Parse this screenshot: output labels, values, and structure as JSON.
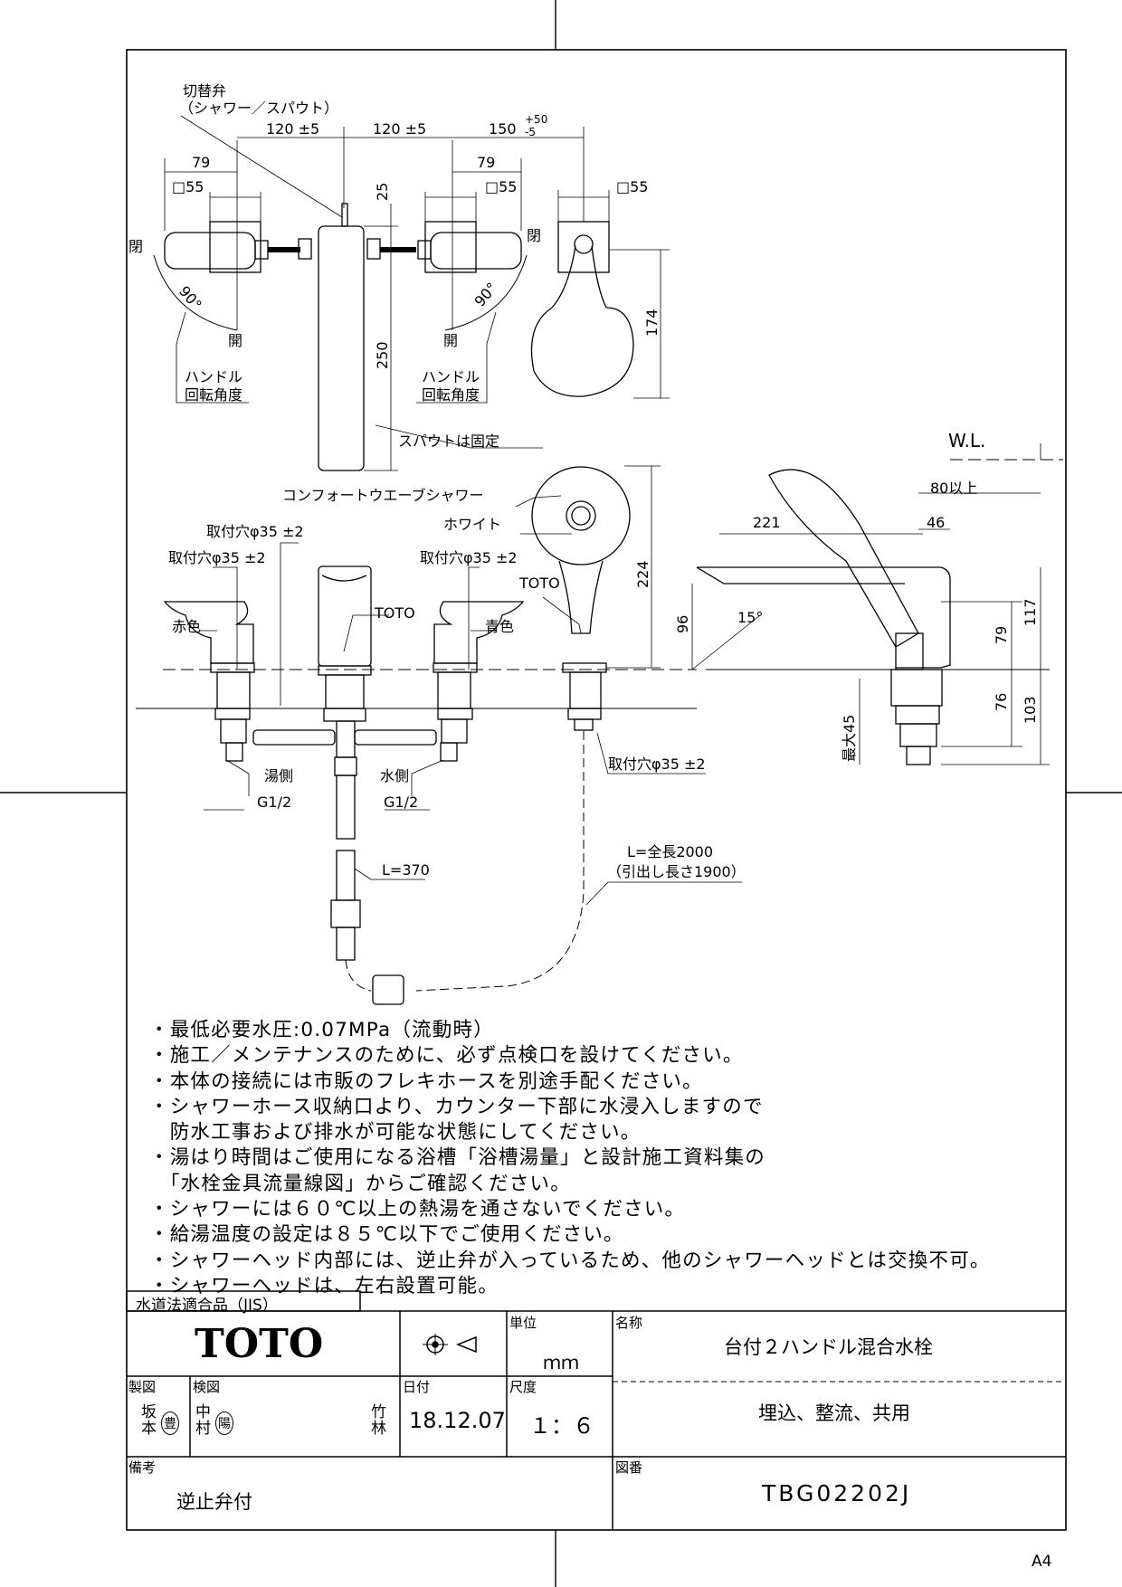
{
  "drawing": {
    "top_view": {
      "diverter_label_1": "切替弁",
      "diverter_label_2": "（シャワー／スパウト）",
      "dim_120a": "120 ±5",
      "dim_120b": "120 ±5",
      "dim_150": "150",
      "dim_150_tol_plus": "+50",
      "dim_150_tol_minus": "-5",
      "dim_79_left": "79",
      "dim_79_right": "79",
      "sq55_left": "□55",
      "sq55_mid": "□55",
      "sq55_right": "□55",
      "dim_25": "25",
      "dim_250": "250",
      "dim_174": "174",
      "closed_left": "閉",
      "closed_mid": "閉",
      "open_left": "開",
      "open_right": "開",
      "angle_left": "90°",
      "angle_right": "90°",
      "handle_rot_1": "ハンドル",
      "handle_rot_2": "回転角度",
      "spout_fixed": "スパウトは固定"
    },
    "front_view": {
      "comfort_wave": "コンフォートウエーブシャワー",
      "white": "ホワイト",
      "hole_center": "取付穴φ35 ±2",
      "hole_left": "取付穴φ35 ±2",
      "hole_right": "取付穴φ35 ±2",
      "hole_shower": "取付穴φ35 ±2",
      "toto_spout": "TOTO",
      "toto_shower": "TOTO",
      "red": "赤色",
      "blue": "青色",
      "dim_224": "224",
      "hot_side": "湯側",
      "cold_side": "水側",
      "g12_left": "G1/2",
      "g12_right": "G1/2",
      "l370": "L=370",
      "hose_total": "L=全長2000",
      "hose_pull": "（引出し長さ1900）"
    },
    "side_view": {
      "wl": "W.L.",
      "dim_80": "80以上",
      "dim_221": "221",
      "dim_46": "46",
      "dim_96": "96",
      "angle_15": "15°",
      "dim_79": "79",
      "dim_117": "117",
      "dim_76": "76",
      "dim_103": "103",
      "max45": "最大45"
    }
  },
  "notes": [
    "・最低必要水圧:0.07MPa（流動時）",
    "・施工／メンテナンスのために、必ず点検口を設けてください。",
    "・本体の接続には市販のフレキホースを別途手配ください。",
    "・シャワーホース収納口より、カウンター下部に水浸入しますので",
    "　防水工事および排水が可能な状態にしてください。",
    "・湯はり時間はご使用になる浴槽「浴槽湯量」と設計施工資料集の",
    "　「水栓金具流量線図」からご確認ください。",
    "・シャワーには６０℃以上の熱湯を通さないでください。",
    "・給湯温度の設定は８５℃以下でご使用ください。",
    "・シャワーヘッド内部には、逆止弁が入っているため、他のシャワーヘッドとは交換不可。",
    "・シャワーヘッドは、左右設置可能。"
  ],
  "title_block": {
    "jis": "水道法適合品（JIS）",
    "brand": "TOTO",
    "unit_label": "単位",
    "unit_value": "ｍｍ",
    "name_label": "名称",
    "name_value": "台付２ハンドル混合水栓",
    "sub_name": "埋込、整流、共用",
    "drawn_label": "製図",
    "drawn_1": "坂本",
    "drawn_seal": "豊",
    "checked_label": "検図",
    "checked_1": "中村",
    "checked_seal": "陽",
    "checked_2": "竹林",
    "date_label": "日付",
    "date_value": "18.12.07",
    "scale_label": "尺度",
    "scale_value": "１：６",
    "remarks_label": "備考",
    "remarks_value": "逆止弁付",
    "drawing_no_label": "図番",
    "drawing_no_value": "TBG02202J"
  },
  "paper_size": "A4"
}
